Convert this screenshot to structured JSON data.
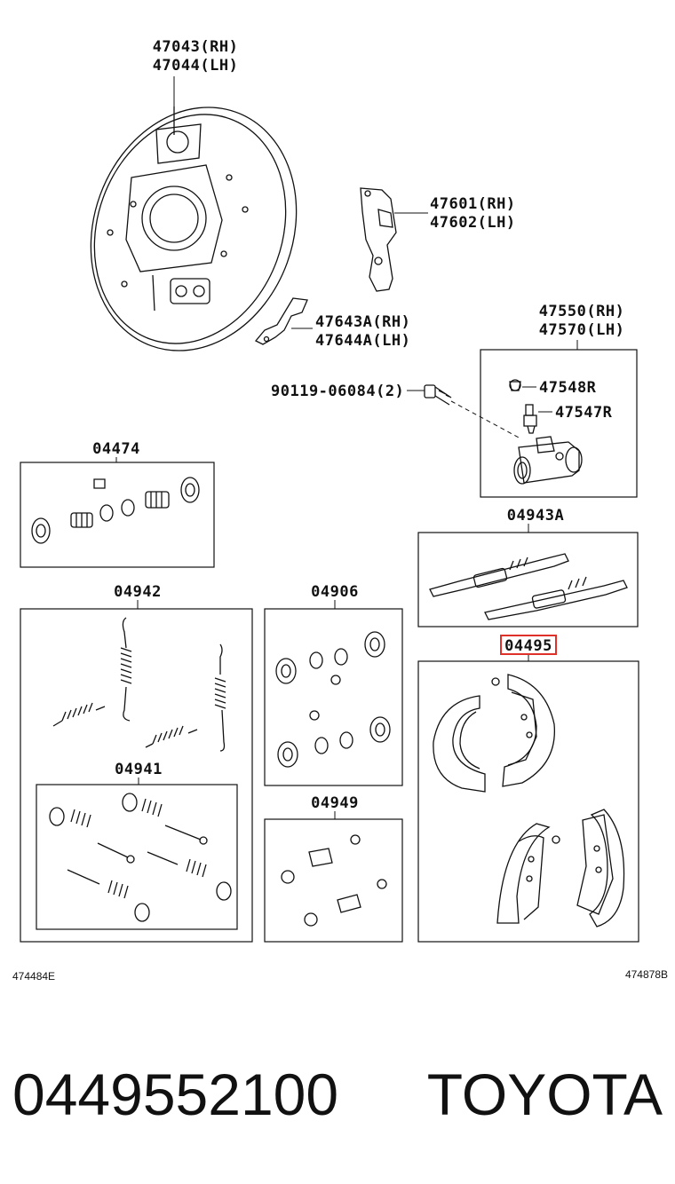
{
  "parts": {
    "backing_plate": {
      "rh": "47043(RH)",
      "lh": "47044(LH)"
    },
    "lever_476": {
      "rh": "47601(RH)",
      "lh": "47602(LH)"
    },
    "lever_4764": {
      "rh": "47643A(RH)",
      "lh": "47644A(LH)"
    },
    "wheel_cylinder": {
      "rh": "47550(RH)",
      "lh": "47570(LH)"
    },
    "bolt": "90119-06084(2)",
    "bleeder_cap": "47548R",
    "bleeder_plug": "47547R",
    "kit_04474": "04474",
    "adjuster_kit": "04943A",
    "spring_kit": "04942",
    "cup_kit": "04906",
    "hold_down_kit": "04941",
    "boot_kit": "04949",
    "shoe_kit": "04495"
  },
  "highlight": {
    "part": "04495",
    "color": "#e0302a"
  },
  "figure_codes": {
    "left": "474484E",
    "right": "474878B"
  },
  "footer": {
    "part_number": "0449552100",
    "brand": "TOYOTA"
  }
}
